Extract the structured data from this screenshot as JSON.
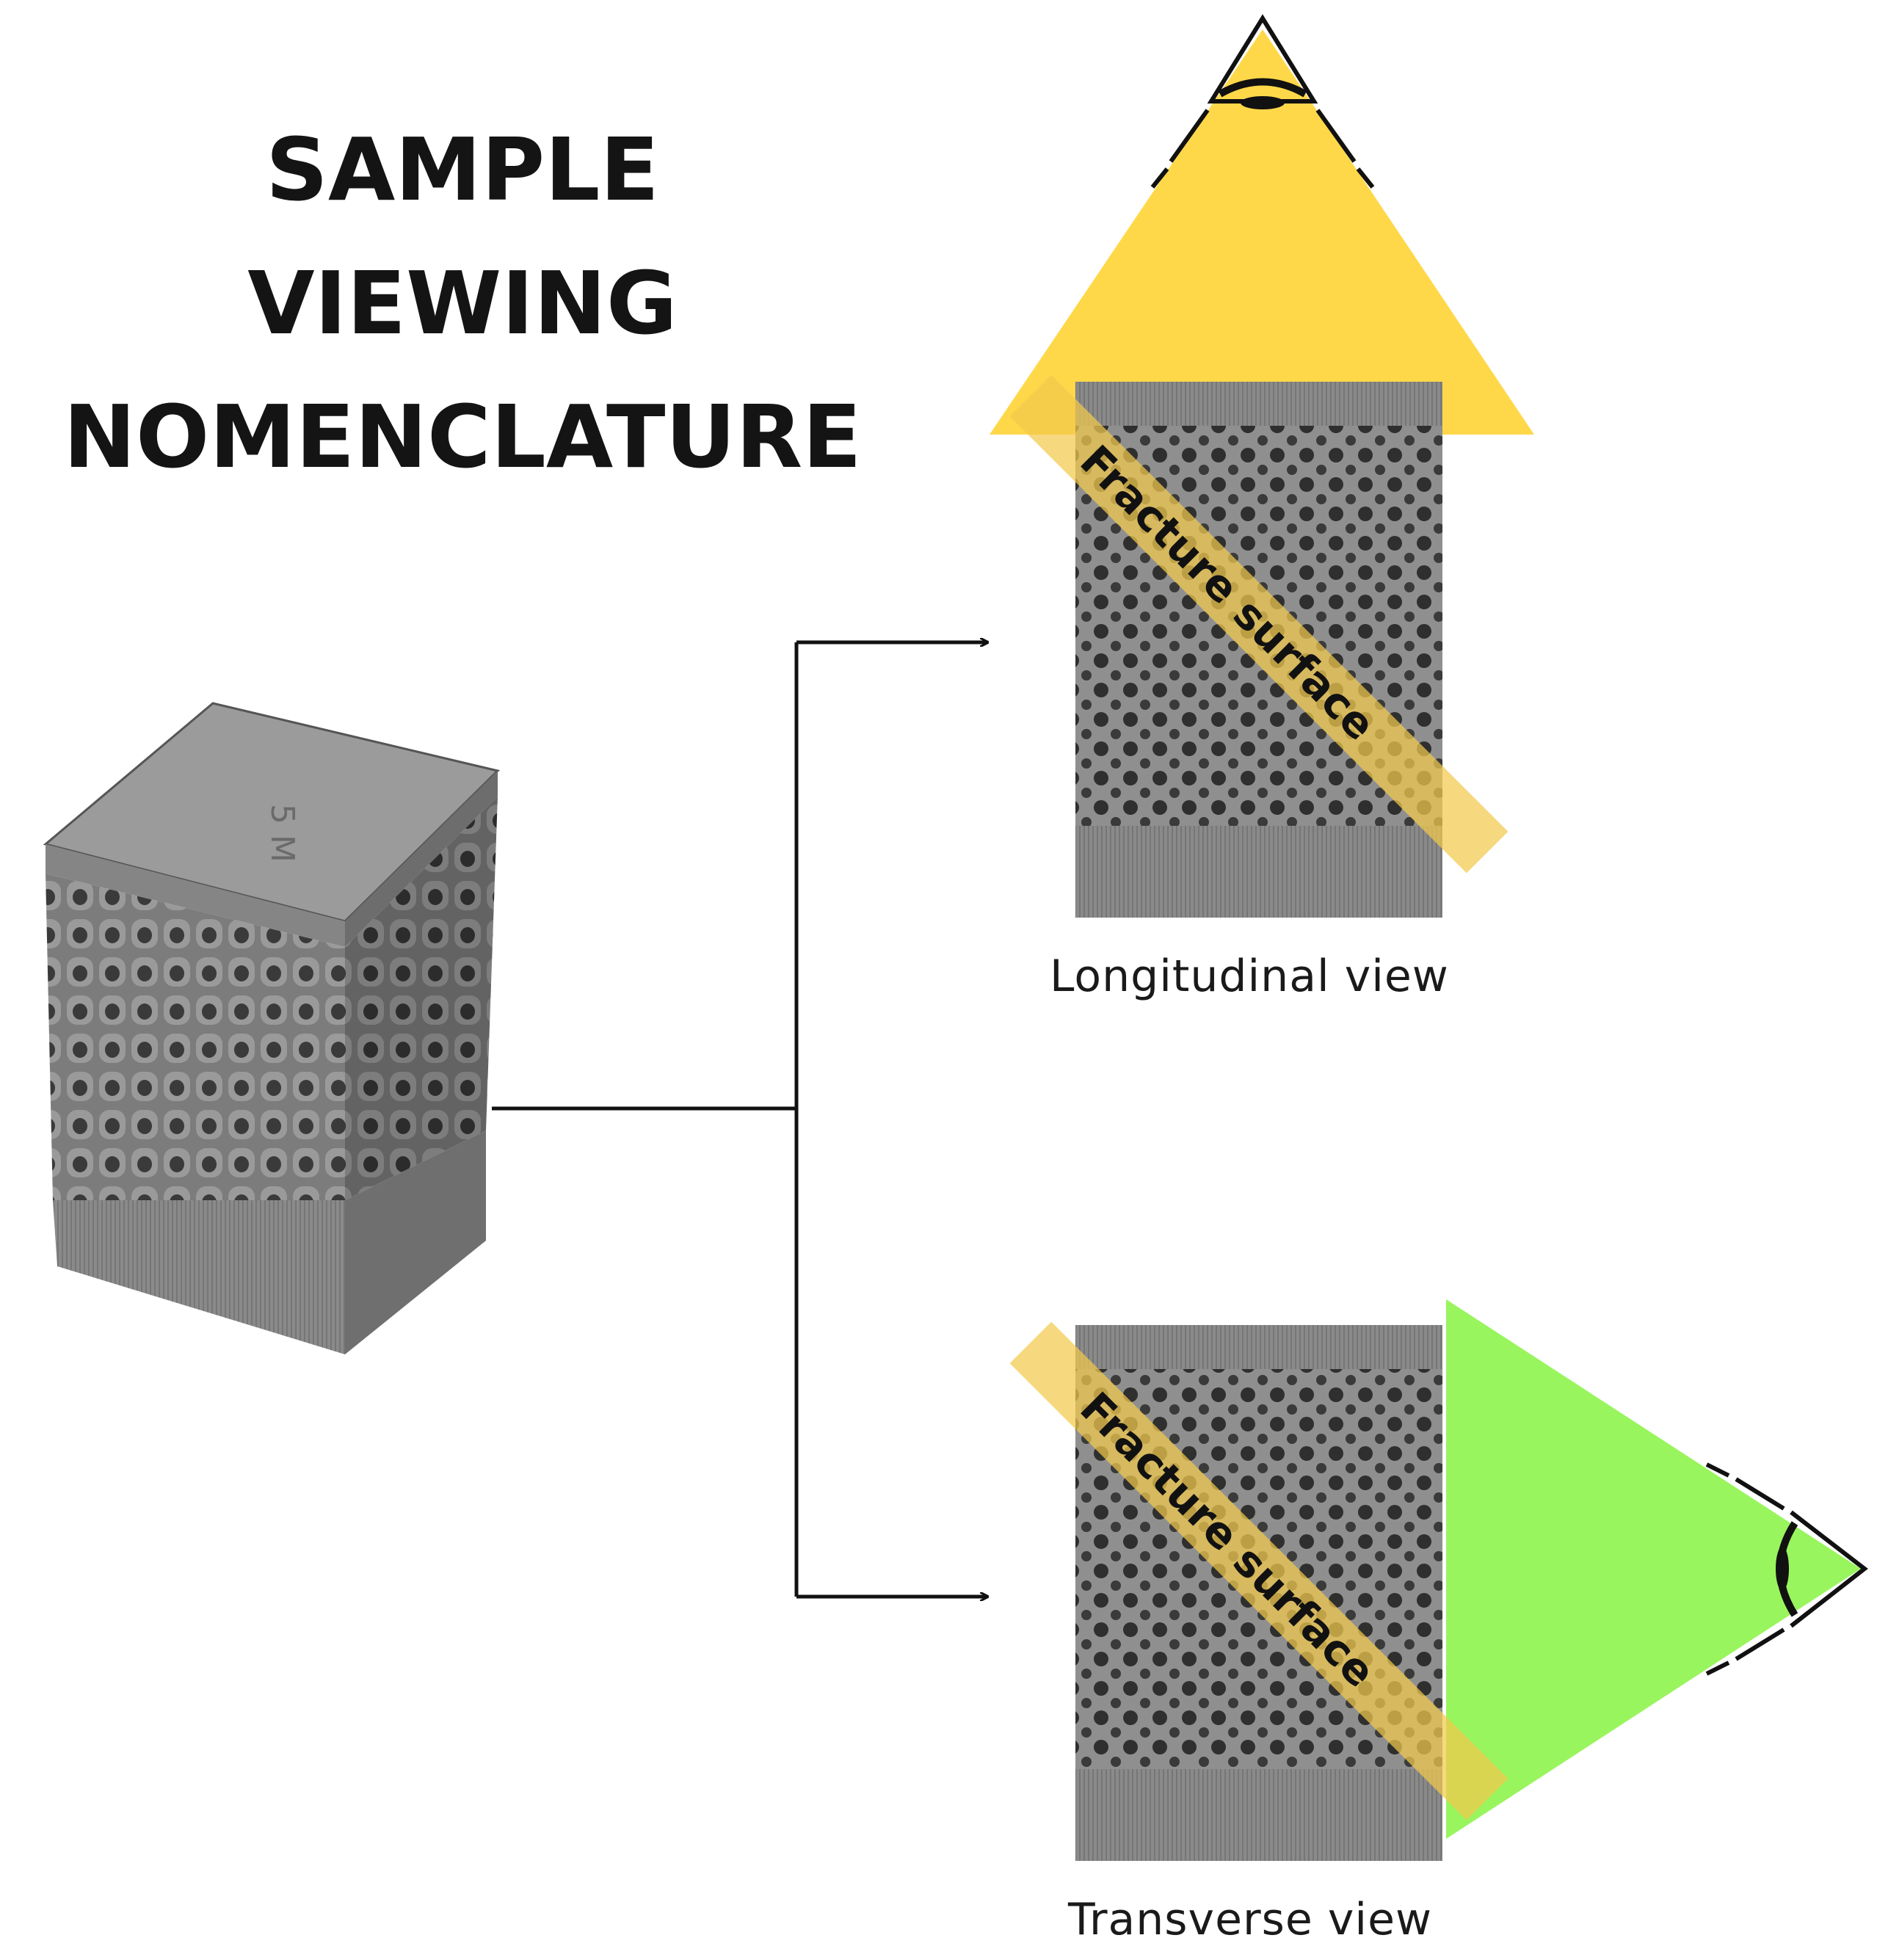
{
  "title": {
    "line1": "SAMPLE",
    "line2": "VIEWING",
    "line3": "NOMENCLATURE"
  },
  "views": [
    {
      "caption": "Longitudinal view",
      "band_label": "Fracture surface",
      "viewer_cone_color": "#FFD84A"
    },
    {
      "caption": "Transverse view",
      "band_label": "Fracture surface",
      "viewer_cone_color": "#99F55E"
    }
  ],
  "sample_marking": "5 M",
  "colors": {
    "band": "#F2C94C",
    "metal": "#8d8d8d",
    "pore": "#2f2f2f",
    "connector": "#111111"
  },
  "icons": [
    "eye-icon",
    "arrow-right-icon"
  ]
}
